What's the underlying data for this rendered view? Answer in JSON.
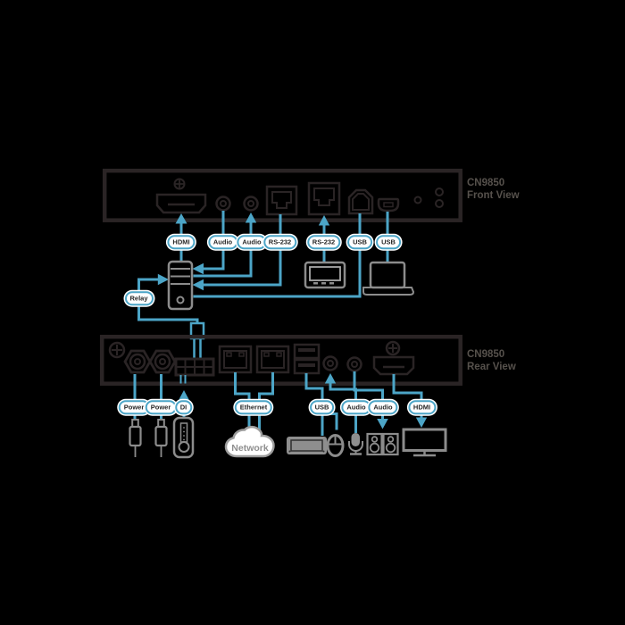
{
  "diagram": {
    "front": {
      "model": "CN9850",
      "view_label": "Front View",
      "labels": [
        "HDMI",
        "Audio",
        "Audio",
        "RS-232",
        "RS-232",
        "USB",
        "USB"
      ]
    },
    "rear": {
      "model": "CN9850",
      "view_label": "Rear View",
      "labels": [
        "Power",
        "Power",
        "DI",
        "Ethernet",
        "USB",
        "Audio",
        "Audio",
        "HDMI"
      ]
    },
    "relay_label": "Relay",
    "network_label": "Network",
    "colors": {
      "cable": "#4CA5C7",
      "device_outline": "#231F20",
      "peripheral_gray": "#8C8C8C",
      "label_border": "#4CA5C7",
      "label_fill": "#FFFFFF",
      "title_text": "#56514C",
      "background": "#000000"
    }
  }
}
